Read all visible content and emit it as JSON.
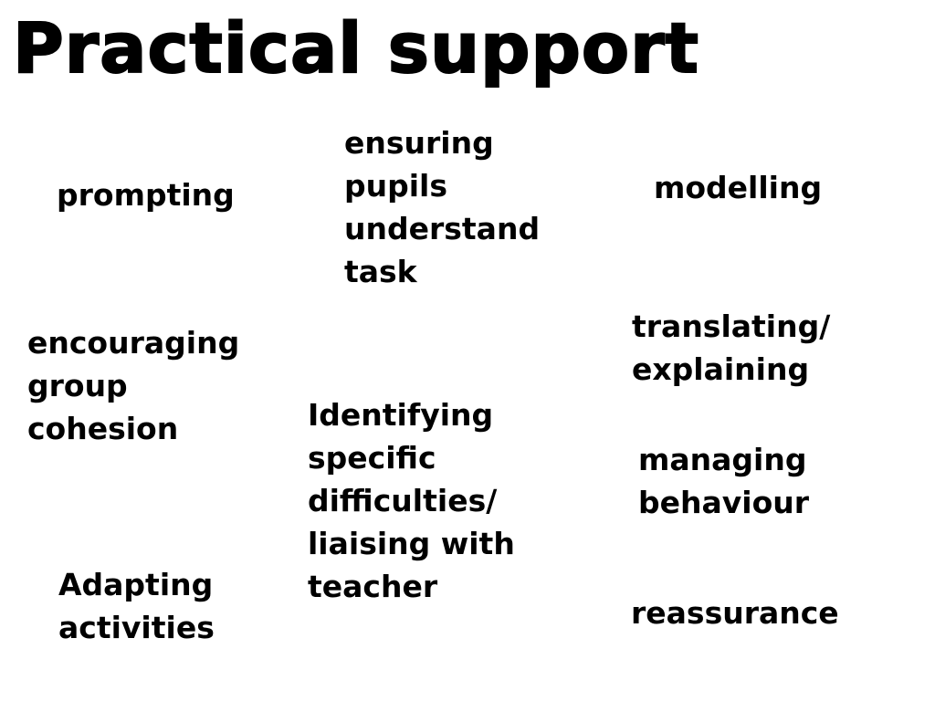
{
  "slide": {
    "title": "Practical support",
    "items": {
      "prompting": "prompting",
      "ensuring": "ensuring\npupils\nunderstand\ntask",
      "modelling": "modelling",
      "encouraging": "encouraging\ngroup\ncohesion",
      "translating": "translating/\nexplaining",
      "identifying": "Identifying\nspecific\ndifficulties/\nliaising with\nteacher",
      "managing": "managing\nbehaviour",
      "adapting": "Adapting\nactivities",
      "reassurance": "reassurance"
    }
  }
}
